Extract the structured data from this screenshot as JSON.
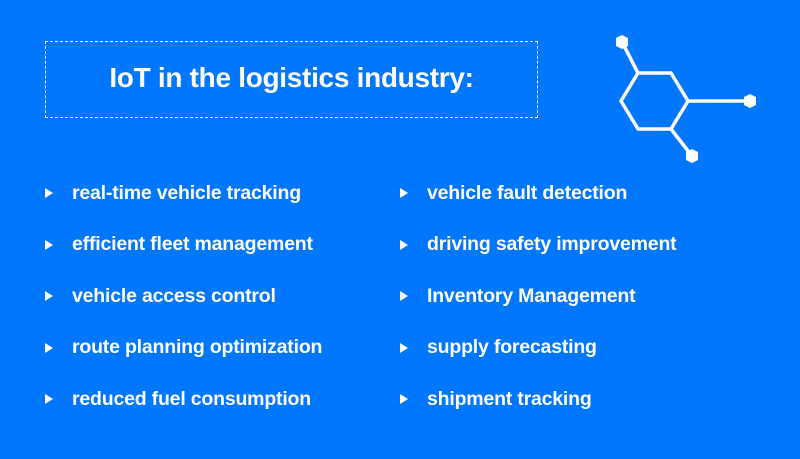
{
  "title": "IoT in the logistics industry:",
  "colors": {
    "background": "#0177fd",
    "foreground": "#ffffff"
  },
  "decoration": {
    "icon": "molecule-hexagon-icon"
  },
  "left_column": [
    {
      "label": "real-time vehicle tracking"
    },
    {
      "label": "efficient fleet management"
    },
    {
      "label": "vehicle access control"
    },
    {
      "label": "route planning optimization"
    },
    {
      "label": "reduced fuel consumption"
    }
  ],
  "right_column": [
    {
      "label": "vehicle fault detection"
    },
    {
      "label": "driving safety improvement"
    },
    {
      "label": "Inventory Management"
    },
    {
      "label": "supply forecasting"
    },
    {
      "label": "shipment tracking"
    }
  ]
}
